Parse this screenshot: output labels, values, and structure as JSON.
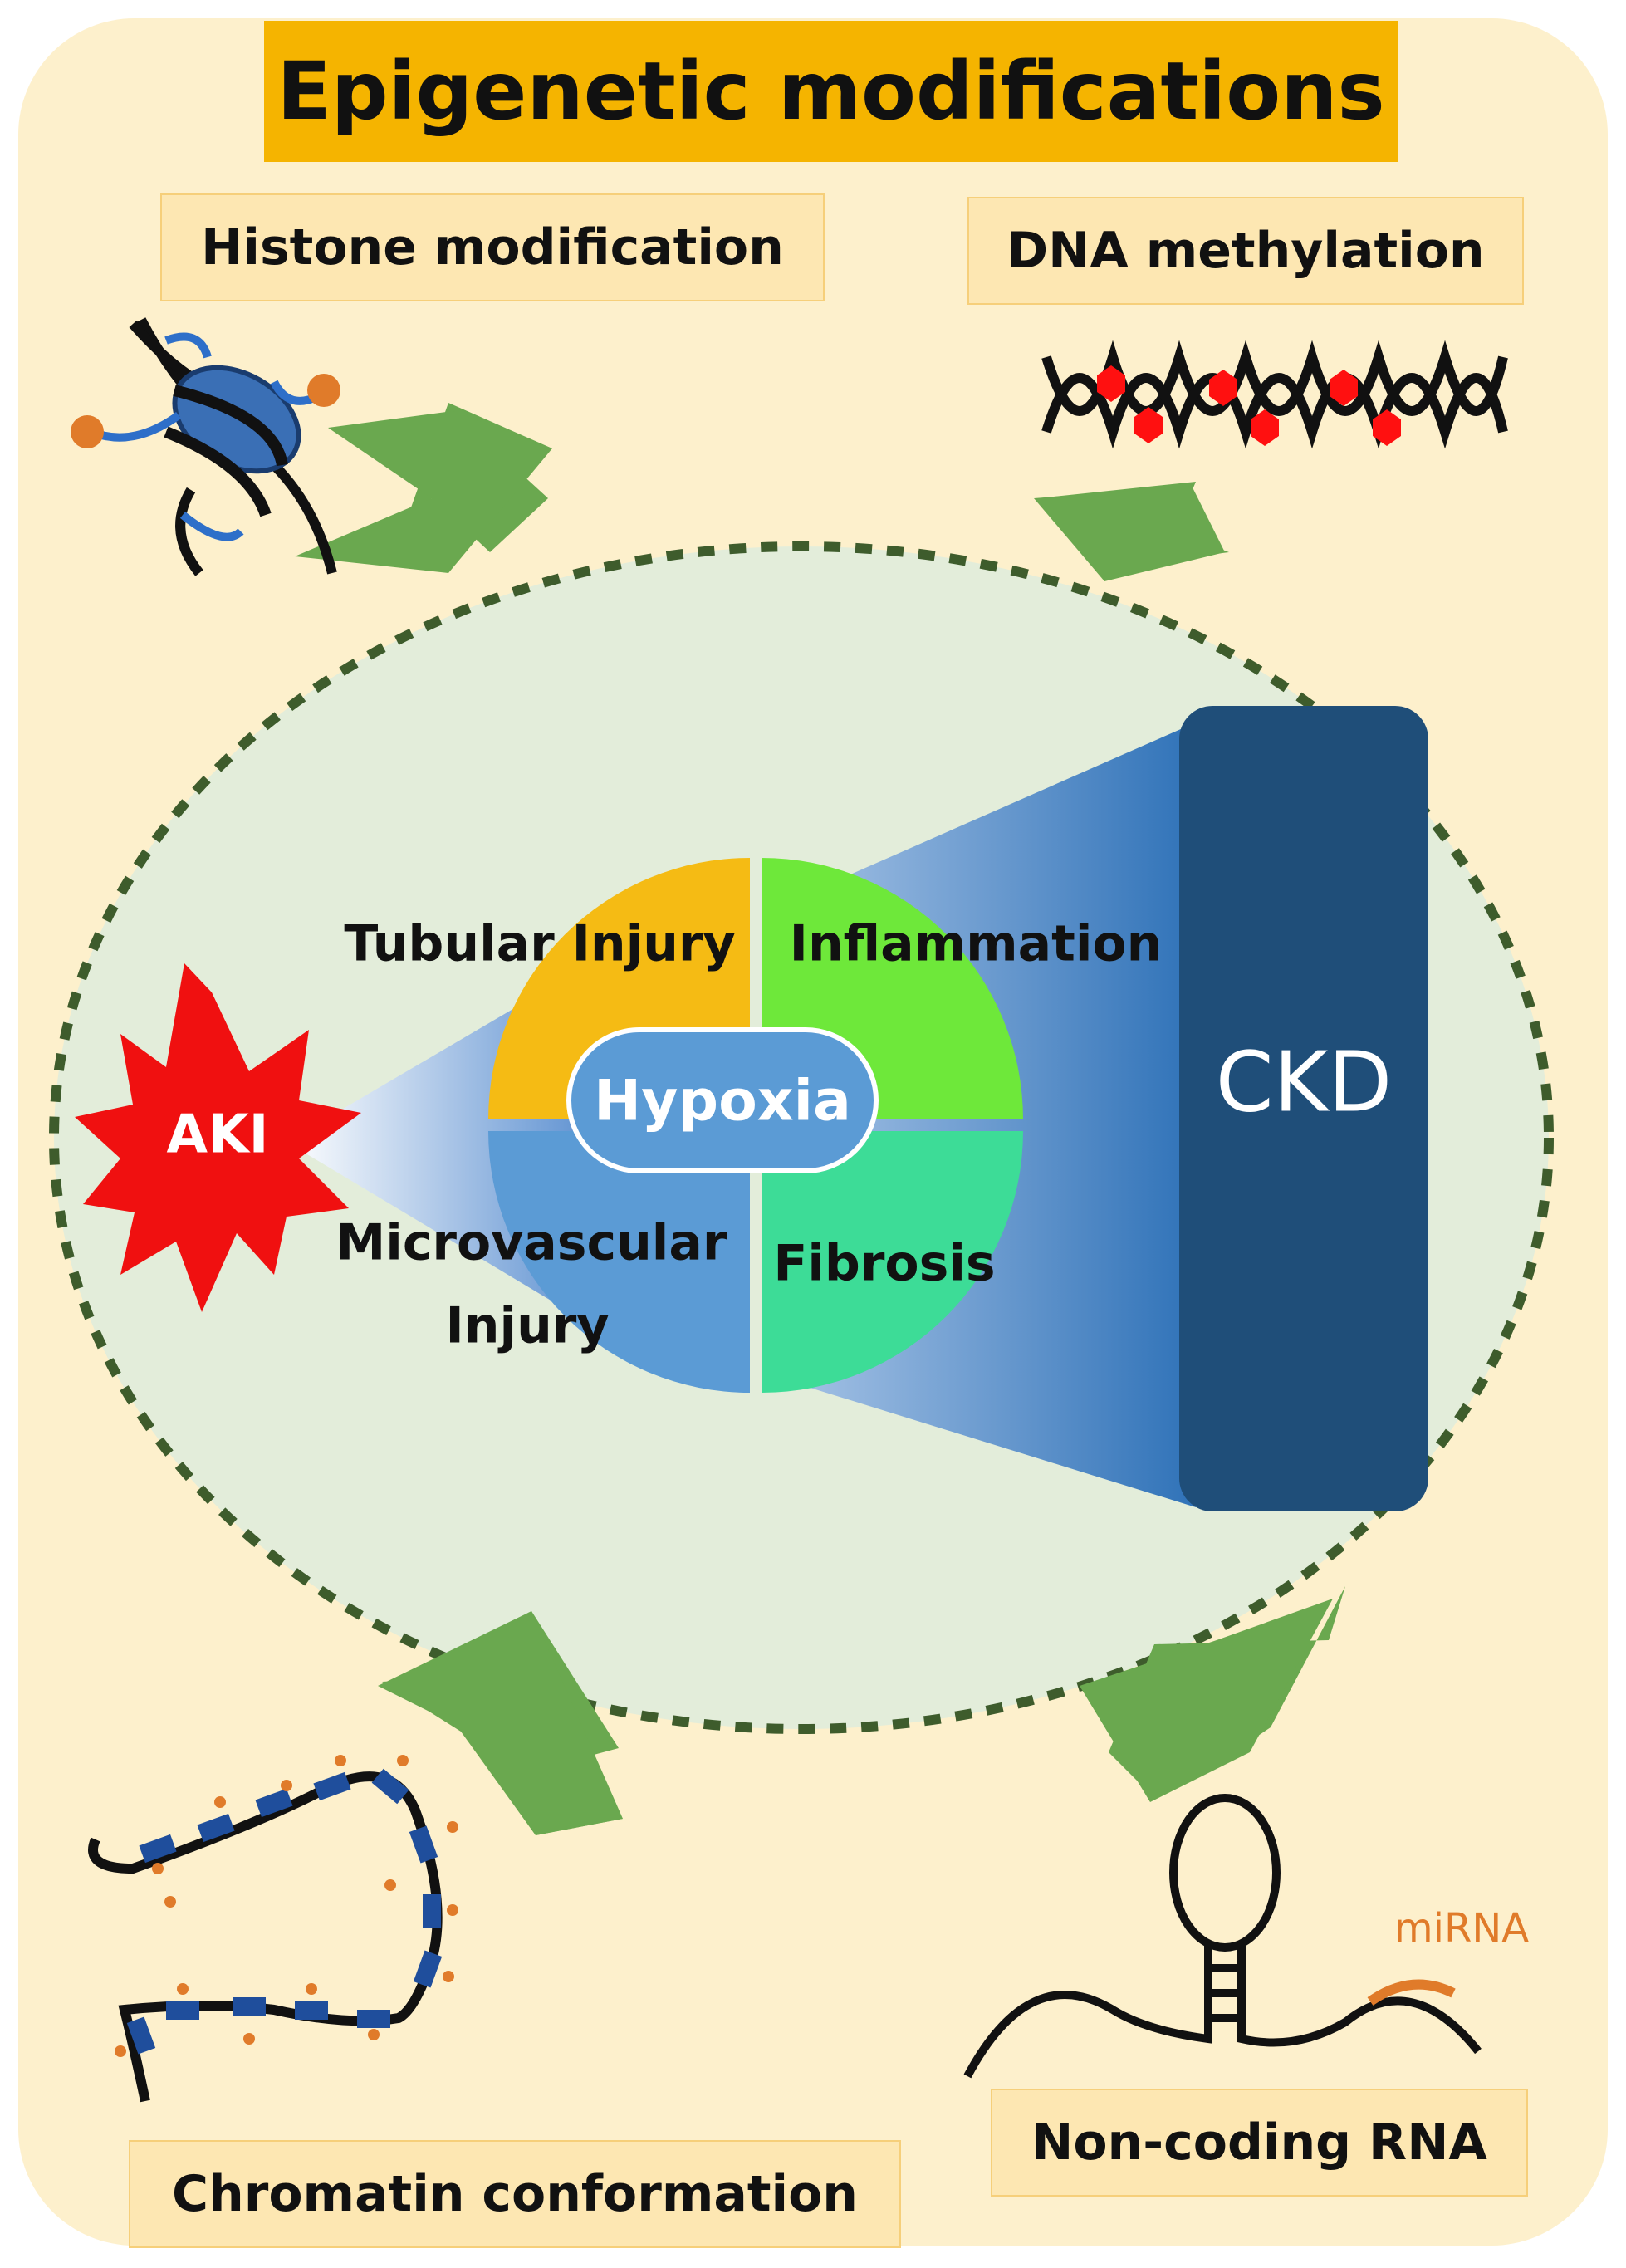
{
  "title": "Epigenetic modifications",
  "mechanisms": {
    "histone": "Histone modification",
    "dna": "DNA methylation",
    "chromatin": "Chromatin conformation",
    "ncrna": "Non-coding RNA",
    "mirna": "miRNA"
  },
  "center": {
    "aki": "AKI",
    "ckd": "CKD",
    "hypoxia": "Hypoxia",
    "tubular": "Tubular Injury",
    "inflammation": "Inflammation",
    "micro_line1": "Microvascular",
    "micro_line2": "Injury",
    "fibrosis": "Fibrosis"
  },
  "colors": {
    "background": "#fdf0cc",
    "title_bg": "#f5b400",
    "ellipse_fill": "#e3edda",
    "ellipse_border": "#3e5c2c",
    "arrow": "#6aa84f",
    "tubular": "#f5bb14",
    "inflammation": "#6ee83a",
    "microvascular": "#5b9bd5",
    "fibrosis": "#3ddc97",
    "hypoxia": "#5b9bd5",
    "ckd": "#1f4e79",
    "aki": "#f01010"
  },
  "icons": [
    "nucleosome-icon",
    "dna-helix-icon",
    "chromatin-fiber-icon",
    "rna-hairpin-icon"
  ]
}
